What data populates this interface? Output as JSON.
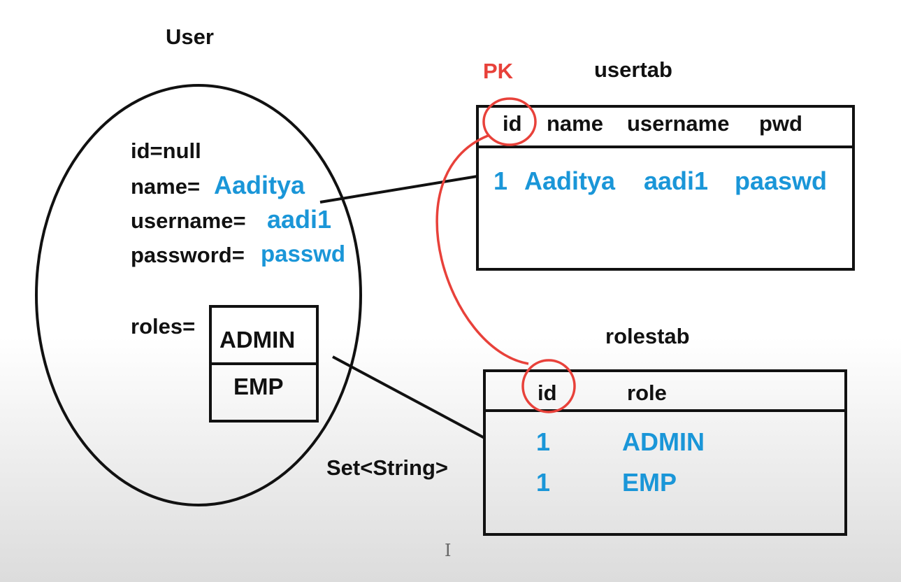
{
  "entity": {
    "title": "User",
    "fields": [
      {
        "label": "id=null",
        "value": ""
      },
      {
        "label": "name=",
        "value": "Aaditya"
      },
      {
        "label": "username=",
        "value": "aadi1"
      },
      {
        "label": "password=",
        "value": "passwd"
      }
    ],
    "roles_label": "roles=",
    "roles": [
      "ADMIN",
      "EMP"
    ],
    "collection_type": "Set<String>"
  },
  "usertab": {
    "title": "usertab",
    "pk_label": "PK",
    "columns": [
      "id",
      "name",
      "username",
      "pwd"
    ],
    "rows": [
      [
        "1",
        "Aaditya",
        "aadi1",
        "paaswd"
      ]
    ]
  },
  "rolestab": {
    "title": "rolestab",
    "columns": [
      "id",
      "role"
    ],
    "rows": [
      [
        "1",
        "ADMIN"
      ],
      [
        "1",
        "EMP"
      ]
    ]
  },
  "cursor_glyph": "I",
  "colors": {
    "text": "#111111",
    "value": "#1a96d8",
    "highlight": "#e8413a"
  }
}
